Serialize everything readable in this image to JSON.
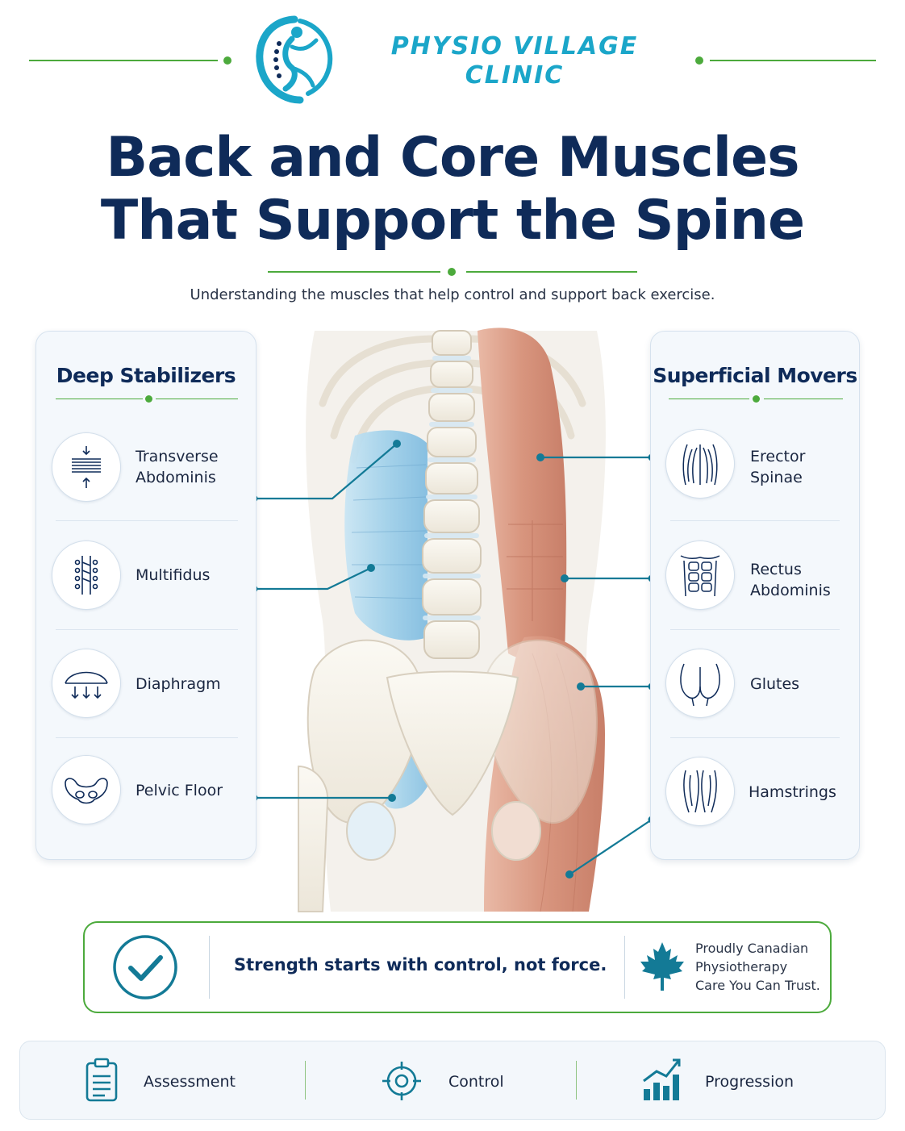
{
  "brand": {
    "line1": "PHYSIO VILLAGE",
    "line2": "CLINIC"
  },
  "title": {
    "line1": "Back and Core Muscles",
    "line2": "That Support the Spine"
  },
  "subtitle": "Understanding the muscles that help control and support back exercise.",
  "left_panel": {
    "title": "Deep Stabilizers",
    "items": [
      {
        "label_1": "Transverse",
        "label_2": "Abdominis",
        "icon": "compression-lines-icon"
      },
      {
        "label_1": "Multifidus",
        "icon": "spine-segments-icon"
      },
      {
        "label_1": "Diaphragm",
        "icon": "diaphragm-dome-icon"
      },
      {
        "label_1": "Pelvic Floor",
        "icon": "pelvis-icon"
      }
    ]
  },
  "right_panel": {
    "title": "Superficial Movers",
    "items": [
      {
        "label_1": "Erector",
        "label_2": "Spinae",
        "icon": "back-muscles-icon"
      },
      {
        "label_1": "Rectus",
        "label_2": "Abdominis",
        "icon": "abs-icon"
      },
      {
        "label_1": "Glutes",
        "icon": "glutes-icon"
      },
      {
        "label_1": "Hamstrings",
        "icon": "legs-icon"
      }
    ]
  },
  "banner": {
    "tagline": "Strength starts with control, not force.",
    "trust_1": "Proudly Canadian",
    "trust_2": "Physiotherapy",
    "trust_3": "Care You Can Trust.",
    "check_icon": "check-circle-icon",
    "leaf_icon": "maple-leaf-icon"
  },
  "footer": {
    "items": [
      {
        "label": "Assessment",
        "icon": "clipboard-icon"
      },
      {
        "label": "Control",
        "icon": "target-icon"
      },
      {
        "label": "Progression",
        "icon": "growth-chart-icon"
      }
    ]
  },
  "colors": {
    "navy": "#0f2b59",
    "teal": "#1ba6c9",
    "green": "#4caa3c",
    "muscle_blue": "#9fd0ea",
    "muscle_red": "#d8957e"
  }
}
